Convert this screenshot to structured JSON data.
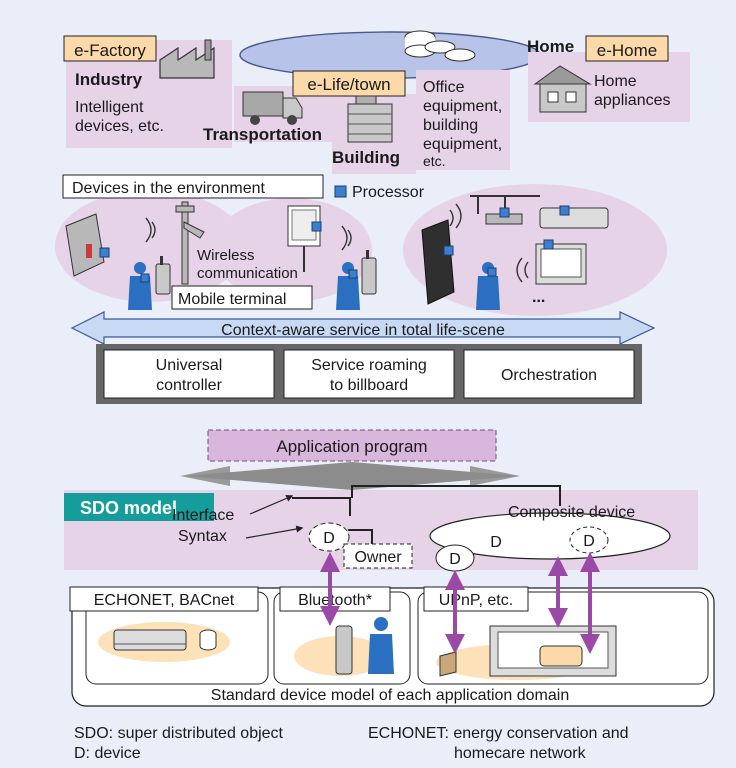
{
  "top": {
    "efactory": "e-Factory",
    "industry": "Industry",
    "industry_desc": [
      "Intelligent",
      "devices, etc."
    ],
    "elife": "e-Life/town",
    "transportation": "Transportation",
    "building": "Building",
    "office_desc": [
      "Office",
      "equipment,",
      "building",
      "equipment,",
      "etc."
    ],
    "home": "Home",
    "ehome": "e-Home",
    "home_desc": [
      "Home",
      "appliances"
    ]
  },
  "middle": {
    "devices_env": "Devices in the environment",
    "processor": "Processor",
    "wireless": [
      "Wireless",
      "communication"
    ],
    "mobile_terminal": "Mobile terminal",
    "context_service": "Context-aware service in total life-scene",
    "ellipsis": "...",
    "services": [
      [
        "Universal",
        "controller"
      ],
      [
        "Service roaming",
        "to billboard"
      ],
      [
        "Orchestration"
      ]
    ]
  },
  "bottom": {
    "app_program": "Application program",
    "sdo_model": "SDO model",
    "composite_device": "Composite device",
    "interface": "Interface",
    "syntax": "Syntax",
    "owner": "Owner",
    "d": "D",
    "domains": [
      "ECHONET, BACnet",
      "Bluetooth*",
      "UPnP, etc."
    ],
    "standard_model": "Standard device model of each application domain"
  },
  "legend": {
    "sdo": "SDO: super distributed object",
    "d": "D: device",
    "echonet": [
      "ECHONET: energy conservation and",
      "homecare network"
    ]
  },
  "colors": {
    "background": "#e9eef8",
    "pink_panel": "#e6d3e8",
    "orange_label": "#fbd9a8",
    "lavender_ellipse": "#b8c3ea",
    "arrow_blue": "#c8d9f3",
    "arrow_purple": "#9a4aa6",
    "sdo_teal": "#159d9b",
    "processor_blue": "#3c7fd0",
    "app_program": "#d9b7dd"
  }
}
